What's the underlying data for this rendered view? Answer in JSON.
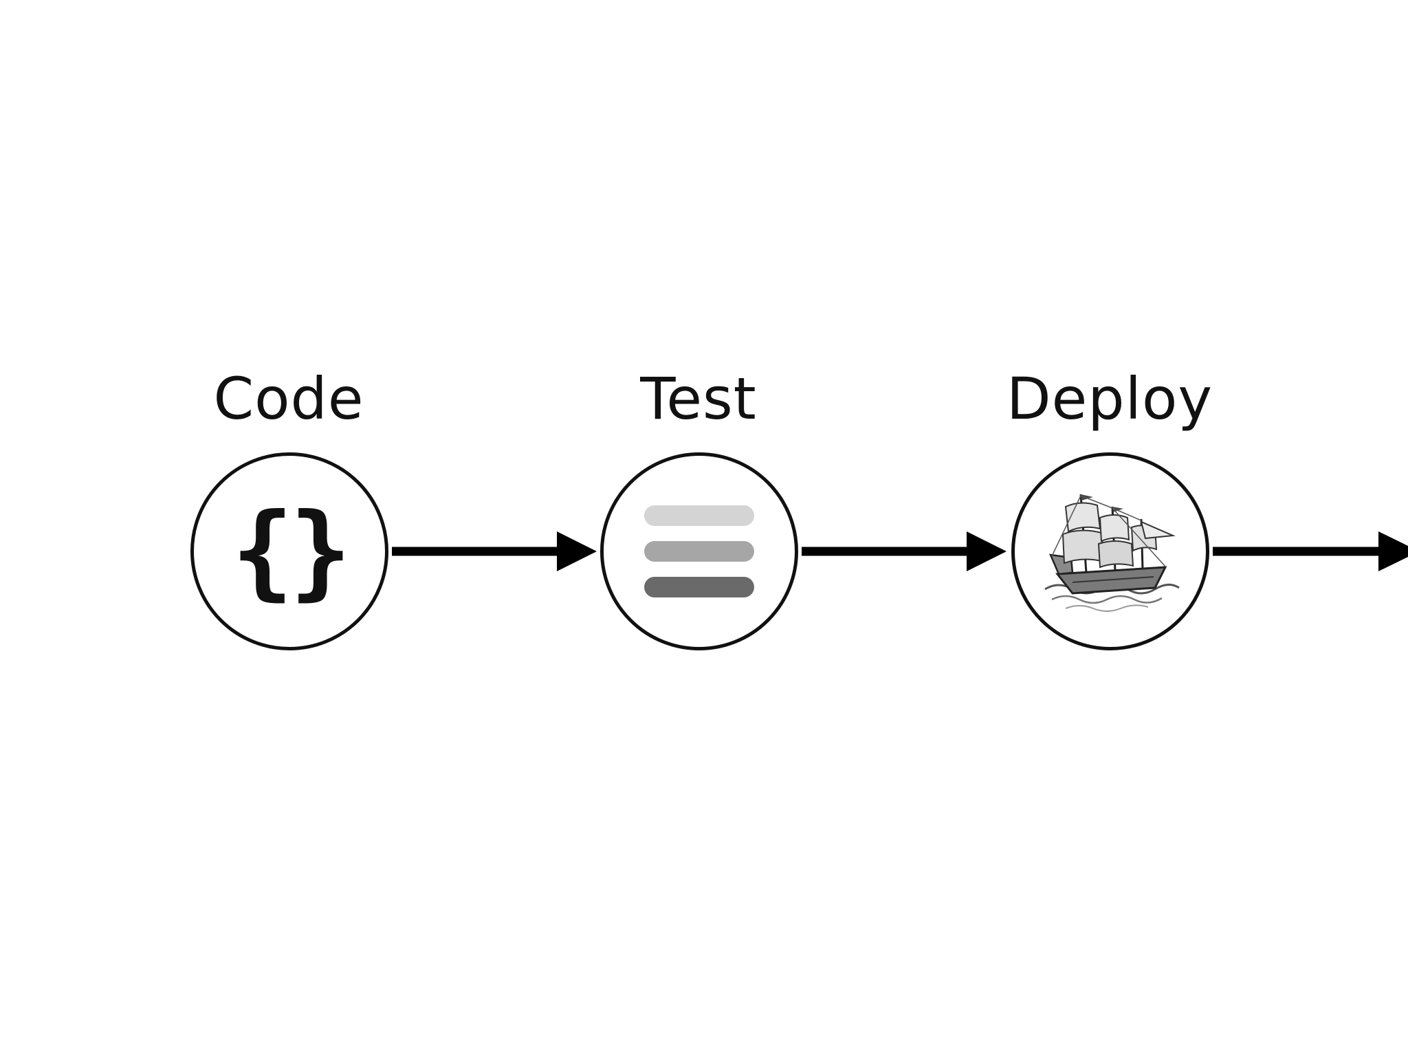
{
  "diagram": {
    "stages": [
      {
        "label": "Code",
        "icon": "code-braces-icon",
        "glyph": "{}"
      },
      {
        "label": "Test",
        "icon": "stacked-bars-icon"
      },
      {
        "label": "Deploy",
        "icon": "sailing-ship-icon"
      }
    ],
    "colors": {
      "stroke": "#111111",
      "background": "#ffffff",
      "bar_light": "#d4d4d4",
      "bar_mid": "#a6a6a6",
      "bar_dark": "#6a6a6a"
    }
  }
}
